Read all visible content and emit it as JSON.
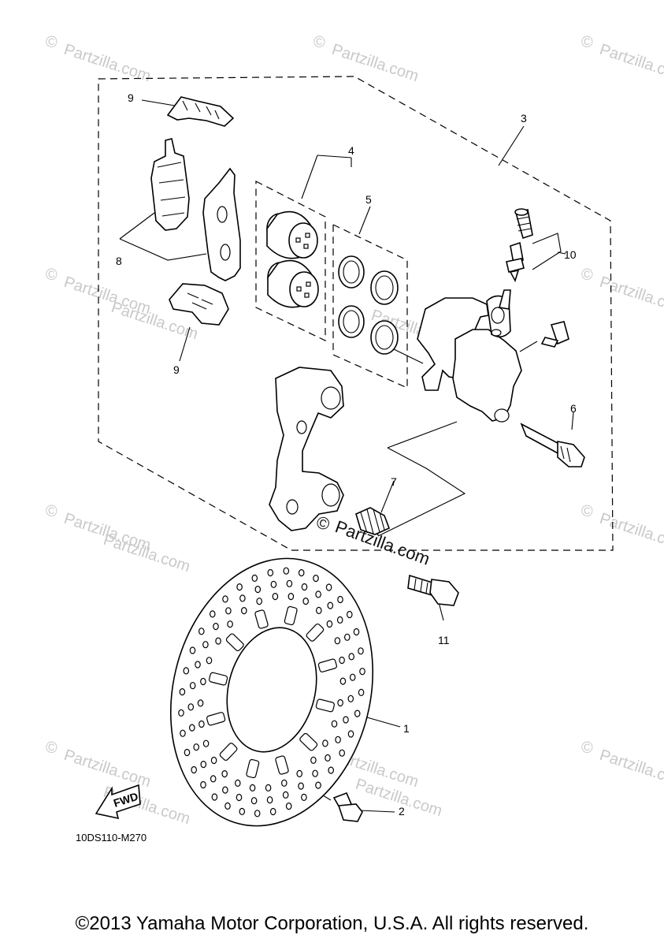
{
  "callouts": {
    "c1": "1",
    "c2": "2",
    "c3": "3",
    "c4": "4",
    "c5": "5",
    "c6": "6",
    "c7": "7",
    "c8": "8",
    "c9a": "9",
    "c9b": "9",
    "c10": "10",
    "c11": "11"
  },
  "fwd_label": "FWD",
  "diagram_code": "10DS110-M270",
  "watermark_text": "Partzilla.com",
  "watermark_symbol": "©",
  "copyright": "©2013 Yamaha Motor Corporation, U.S.A. All rights reserved.",
  "colors": {
    "line": "#000000",
    "watermark": "#c9c9c9"
  }
}
